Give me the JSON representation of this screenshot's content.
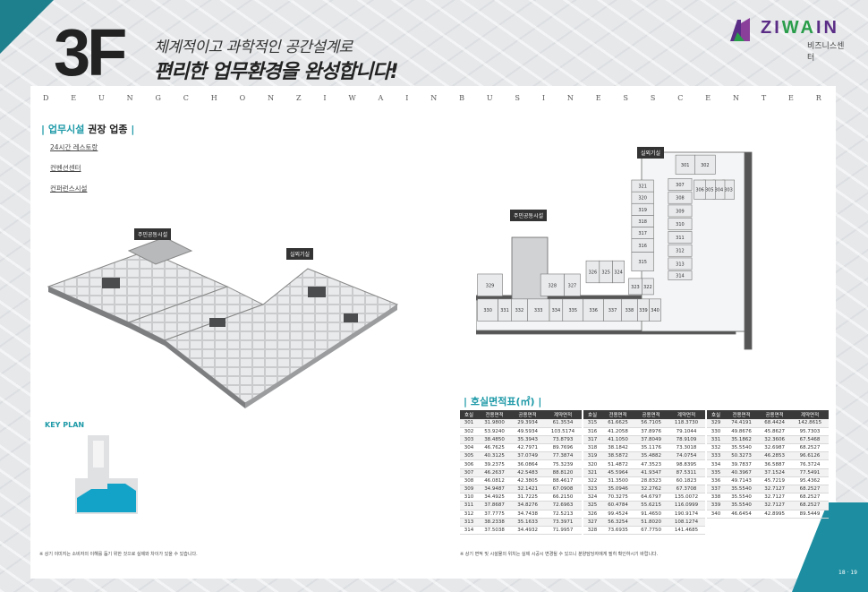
{
  "header": {
    "floor": "3F",
    "headline_line1": "체계적이고 과학적인 공간설계로",
    "headline_line2": "편리한 업무환경을 완성합니다!",
    "spaced_title": [
      "D",
      "E",
      "U",
      "N",
      "G",
      "C",
      "H",
      "O",
      "N",
      "Z",
      "I",
      "W",
      "A",
      "I",
      "N",
      "B",
      "U",
      "S",
      "I",
      "N",
      "E",
      "S",
      "S",
      "C",
      "E",
      "N",
      "T",
      "E",
      "R"
    ]
  },
  "logo": {
    "brand_a": "ZI",
    "brand_b": "WA",
    "brand_c": "IN",
    "sub": "비즈니스센터"
  },
  "left_section": {
    "title_main": "업무시설",
    "title_rest": "권장 업종",
    "bullets": [
      "24시간 레스토랑",
      "컨벤션센터",
      "컨퍼런스시설"
    ],
    "iso_labels": {
      "shared": "주민공동시설",
      "lounge": "실외기실"
    },
    "key_plan": "KEY PLAN",
    "note": "※ 상기 이미지는 소비자의 이해를 돕기 위한 것으로 실제와 차이가 있을 수 있습니다."
  },
  "plan": {
    "labels": {
      "lounge": "실외기실",
      "shared": "주민공동시설"
    },
    "rooms": [
      "301",
      "302",
      "303",
      "304",
      "305",
      "306",
      "307",
      "308",
      "309",
      "310",
      "311",
      "312",
      "313",
      "314",
      "315",
      "316",
      "317",
      "318",
      "319",
      "320",
      "321",
      "322",
      "323",
      "324",
      "325",
      "326",
      "327",
      "328",
      "329",
      "330",
      "331",
      "332",
      "333",
      "334",
      "335",
      "336",
      "337",
      "338",
      "339",
      "340"
    ]
  },
  "area_table": {
    "title_main": "호실면적표",
    "title_unit": "(㎡)",
    "headers": [
      "호실",
      "전용면적",
      "공용면적",
      "계약면적"
    ],
    "groups": [
      [
        [
          "301",
          "31.9800",
          "29.3934",
          "61.3534"
        ],
        [
          "302",
          "53.9240",
          "49.5934",
          "103.5174"
        ],
        [
          "303",
          "38.4850",
          "35.3943",
          "73.8793"
        ],
        [
          "304",
          "46.7625",
          "42.7971",
          "89.7696"
        ],
        [
          "305",
          "40.3125",
          "37.0749",
          "77.3874"
        ],
        [
          "306",
          "39.2375",
          "36.0864",
          "75.3239"
        ],
        [
          "307",
          "46.2637",
          "42.5483",
          "88.8120"
        ],
        [
          "308",
          "46.0812",
          "42.3805",
          "88.4617"
        ],
        [
          "309",
          "34.9487",
          "32.1421",
          "67.0908"
        ],
        [
          "310",
          "34.4925",
          "31.7225",
          "66.2150"
        ],
        [
          "311",
          "37.8687",
          "34.8276",
          "72.6963"
        ],
        [
          "312",
          "37.7775",
          "34.7438",
          "72.5213"
        ],
        [
          "313",
          "38.2338",
          "35.1633",
          "73.3971"
        ],
        [
          "314",
          "37.5038",
          "34.4932",
          "71.9957"
        ]
      ],
      [
        [
          "315",
          "61.6625",
          "56.7105",
          "118.3730"
        ],
        [
          "316",
          "41.2058",
          "37.8976",
          "79.1044"
        ],
        [
          "317",
          "41.1050",
          "37.8049",
          "78.9109"
        ],
        [
          "318",
          "38.1842",
          "35.1176",
          "73.3018"
        ],
        [
          "319",
          "38.5872",
          "35.4882",
          "74.0754"
        ],
        [
          "320",
          "51.4872",
          "47.3523",
          "98.8395"
        ],
        [
          "321",
          "45.5964",
          "41.9347",
          "87.5311"
        ],
        [
          "322",
          "31.3500",
          "28.8323",
          "60.1823"
        ],
        [
          "323",
          "35.0946",
          "32.2762",
          "67.3708"
        ],
        [
          "324",
          "70.3275",
          "64.6797",
          "135.0072"
        ],
        [
          "325",
          "60.4784",
          "55.6215",
          "116.0999"
        ],
        [
          "326",
          "99.4524",
          "91.4650",
          "190.9174"
        ],
        [
          "327",
          "56.3254",
          "51.8020",
          "108.1274"
        ],
        [
          "328",
          "73.6935",
          "67.7750",
          "141.4685"
        ]
      ],
      [
        [
          "329",
          "74.4191",
          "68.4424",
          "142.8615"
        ],
        [
          "330",
          "49.8676",
          "45.8627",
          "95.7303"
        ],
        [
          "331",
          "35.1862",
          "32.3606",
          "67.5468"
        ],
        [
          "332",
          "35.5540",
          "32.6987",
          "68.2527"
        ],
        [
          "333",
          "50.3273",
          "46.2853",
          "96.6126"
        ],
        [
          "334",
          "39.7837",
          "36.5887",
          "76.3724"
        ],
        [
          "335",
          "40.3967",
          "37.1524",
          "77.5491"
        ],
        [
          "336",
          "49.7143",
          "45.7219",
          "95.4362"
        ],
        [
          "337",
          "35.5540",
          "32.7127",
          "68.2527"
        ],
        [
          "338",
          "35.5540",
          "32.7127",
          "68.2527"
        ],
        [
          "339",
          "35.5540",
          "32.7127",
          "68.2527"
        ],
        [
          "340",
          "46.6454",
          "42.8995",
          "89.5449"
        ]
      ]
    ],
    "note": "※ 상기 면적 및 시설물의 위치는 실제 시공시 변경될 수 있으니 분양담당자에게 필히 확인하시기 바랍니다."
  },
  "footer": {
    "page": "18 · 19"
  },
  "colors": {
    "accent": "#1e9aa8",
    "dark": "#333333",
    "brand_purple": "#5b2d86",
    "brand_green": "#2a9d4a"
  }
}
